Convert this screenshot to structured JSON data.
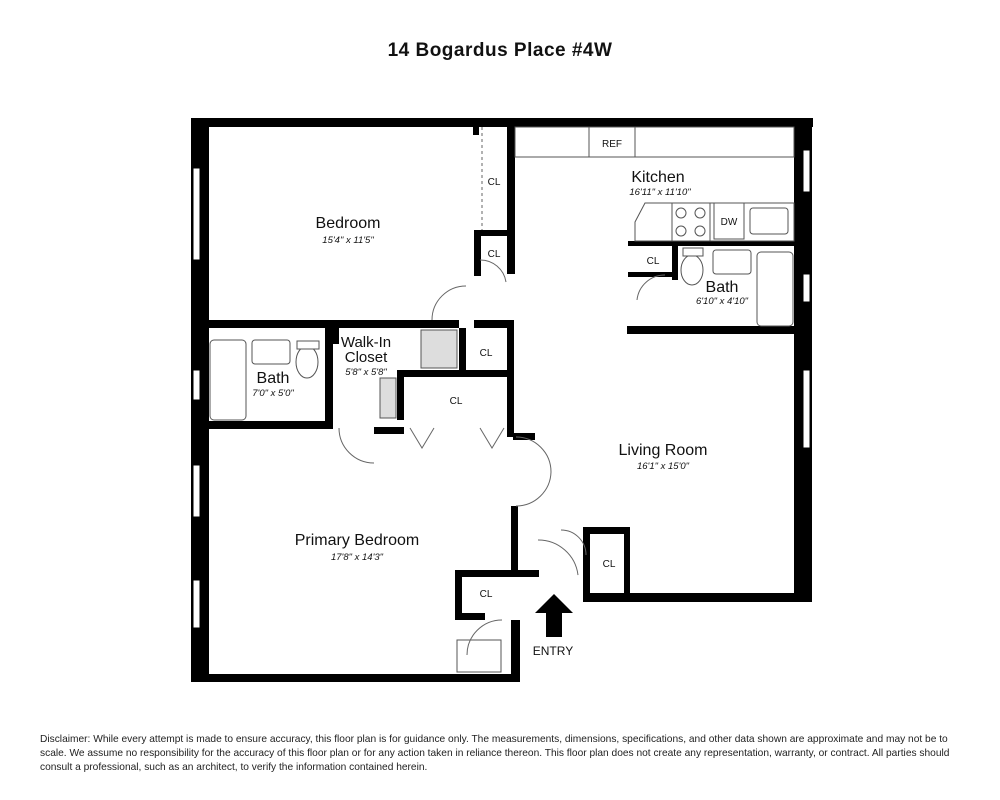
{
  "title": "14 Bogardus Place #4W",
  "rooms": {
    "bedroom": {
      "name": "Bedroom",
      "dims": "15'4\" x 11'5\""
    },
    "kitchen": {
      "name": "Kitchen",
      "dims": "16'11\" x 11'10\""
    },
    "bath_upper": {
      "name": "Bath",
      "dims": "6'10\" x 4'10\""
    },
    "walk_in": {
      "name_line1": "Walk-In",
      "name_line2": "Closet",
      "dims": "5'8\" x 5'8\""
    },
    "bath_left": {
      "name": "Bath",
      "dims": "7'0\" x 5'0\""
    },
    "living": {
      "name": "Living Room",
      "dims": "16'1\" x 15'0\""
    },
    "primary": {
      "name": "Primary Bedroom",
      "dims": "17'8\" x 14'3\""
    }
  },
  "closet_label": "CL",
  "fixtures": {
    "ref": "REF",
    "dw": "DW"
  },
  "entry_label": "ENTRY",
  "disclaimer": "Disclaimer: While every attempt is made to ensure accuracy, this floor plan is for guidance only. The measurements, dimensions, specifications, and other data shown are approximate and may not be to scale. We assume no responsibility for the accuracy of this floor plan or for any action taken in reliance thereon. This floor plan does not create any representation, warranty, or contract. All parties should consult a professional, such as an architect, to verify the information contained herein."
}
